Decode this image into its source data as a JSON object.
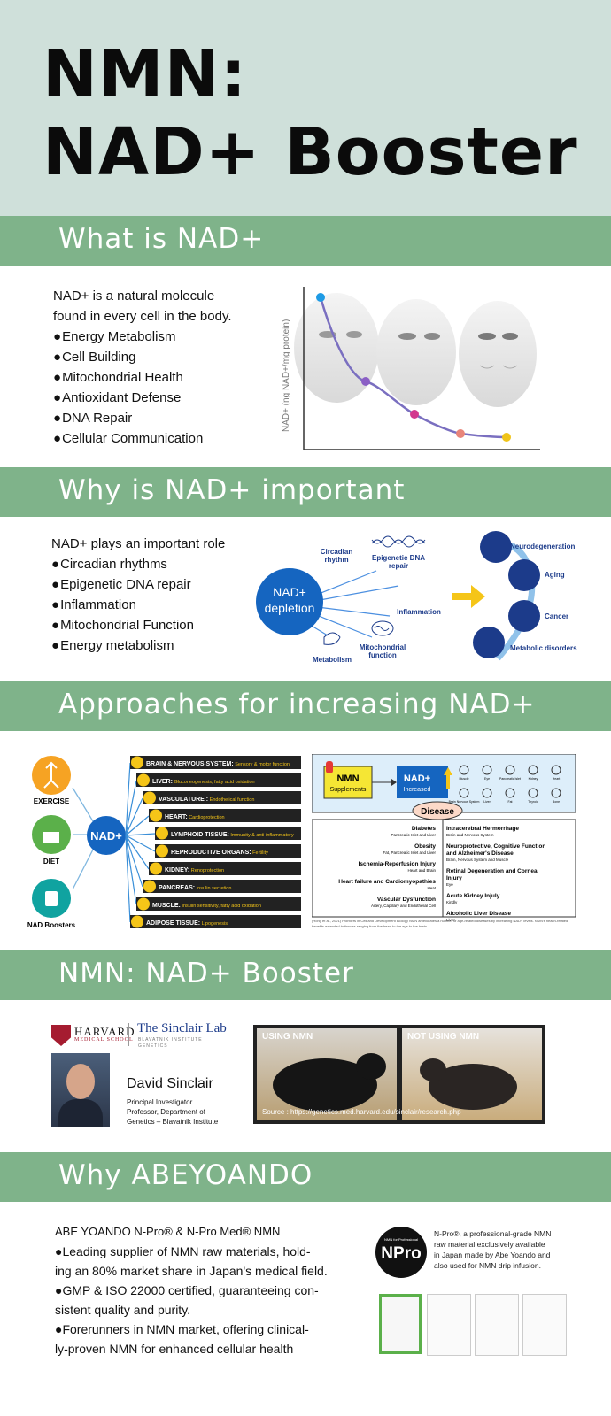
{
  "hero": {
    "line1": "NMN:",
    "line2": "NAD+ Booster"
  },
  "sec1": {
    "title": "What is NAD+",
    "intro1": "NAD+ is a natural molecule",
    "intro2": "found in every cell in the body.",
    "bullets": [
      "Energy Metabolism",
      "Cell Building",
      "Mitochondrial Health",
      "Antioxidant Defense",
      "DNA Repair",
      "Cellular Communication"
    ],
    "ylabel": "NAD+ (ng NAD+/mg protein)"
  },
  "sec2": {
    "title": "Why is NAD+ important",
    "intro": "NAD+ plays an important role",
    "bullets": [
      "Circadian rhythms",
      "Epigenetic DNA repair",
      "Inflammation",
      "Mitochondrial Function",
      "Energy metabolism"
    ],
    "center1": "NAD+",
    "center2": "depletion",
    "labels": {
      "circ1": "Circadian",
      "circ2": "rhythm",
      "epi1": "Epigenetic DNA",
      "epi2": "repair",
      "infl": "Inflammation",
      "mito1": "Mitochondrial",
      "mito2": "function",
      "meta": "Metabolism"
    },
    "outcomes": [
      "Neurodegeneration",
      "Aging",
      "Cancer",
      "Metabolic disorders"
    ]
  },
  "sec3": {
    "title": "Approaches for increasing NAD+",
    "sources": [
      "EXERCISE",
      "DIET",
      "NAD Boosters"
    ],
    "center": "NAD+",
    "organs": [
      {
        "name": "BRAIN & NERVOUS SYSTEM:",
        "fn": "Sensory & motor function"
      },
      {
        "name": "LIVER:",
        "fn": "Gluconeogenesis, fatty acid oxidation"
      },
      {
        "name": "VASCULATURE :",
        "fn": "Endothelical function"
      },
      {
        "name": "HEART:",
        "fn": "Cardioprotection"
      },
      {
        "name": "LYMPHOID TISSUE:",
        "fn": "Immunity & anti-inflammatory"
      },
      {
        "name": "REPRODUCTIVE ORGANS:",
        "fn": "Fertility"
      },
      {
        "name": "KIDNEY:",
        "fn": "Renoprotection"
      },
      {
        "name": "PANCREAS:",
        "fn": "Insulin secretion"
      },
      {
        "name": "MUSCLE:",
        "fn": "Insulin sensitivity, fatty acid oxidation"
      },
      {
        "name": "ADIPOSE TISSUE:",
        "fn": "Lipogenesis"
      }
    ],
    "nmn1": "NMN",
    "nmn2": "Supplements",
    "nadInc1": "NAD+",
    "nadInc2": "Increased",
    "disease": "Disease",
    "organIcons": [
      "Muscle",
      "Eye",
      "Pancreatic Islet",
      "Kidney",
      "Heart",
      "Brain Nervous System",
      "Liver",
      "Fat",
      "Thyroid",
      "Bone"
    ],
    "leftDiseases": [
      {
        "name": "Diabetes",
        "sub": "Pancreatic Islet and Liver"
      },
      {
        "name": "Obesity",
        "sub": "Fat, Pancreatic Islet and Liver"
      },
      {
        "name": "Ischemia-Reperfusion Injury",
        "sub": "Heart and Brain"
      },
      {
        "name": "Heart failure and Cardiomyopathies",
        "sub": "Heat"
      },
      {
        "name": "Vascular Dysfunction",
        "sub": "Artery, Capillary and Endothelial Cell"
      }
    ],
    "rightDiseases": [
      {
        "name": "Intracerebral Hermorrhage",
        "sub": "Brain and Nervous System"
      },
      {
        "name": "Neuroprotective, Cognitive Function and Alzheimer's Disease",
        "sub": "Brain, Nervous System and Muscle"
      },
      {
        "name": "Retinal Degeneration and Corneal Injury",
        "sub": "Eye"
      },
      {
        "name": "Acute Kidney Injuly",
        "sub": "Kindly"
      },
      {
        "name": "Alcoholic Liver Disease",
        "sub": "Liver"
      }
    ],
    "citation": "(Hong et al., 2021) Frontiers in Cell and Development Biology NMN ameliorates a number of age-related diseases by increasing NAD+ levels. NMN's health-related benefits extended to tissues ranging from the heart to the eye to the brain."
  },
  "sec4": {
    "title": "NMN: NAD+ Booster",
    "harvard1": "HARVARD",
    "harvard2": "MEDICAL SCHOOL",
    "lab1": "The Sinclair Lab",
    "lab2": "BLAVATNIK INSTITUTE",
    "lab3": "GENETICS",
    "person": "David Sinclair",
    "role1": "Principal Investigator",
    "role2": "Professor, Department of",
    "role3": "Genetics – Blavatnik Institute",
    "using": "USING NMN",
    "notUsing": "NOT USING NMN",
    "source": "Source : https://genetics.med.harvard.edu/sinclair/research.php"
  },
  "sec5": {
    "title": "Why ABEYOANDO",
    "heading": "ABE YOANDO N-Pro® & N-Pro Med® NMN",
    "lines": [
      "●Leading supplier of NMN raw materials, hold-",
      "ing an 80% market share in Japan's medical field.",
      "●GMP & ISO 22000 certified, guaranteeing con-",
      "sistent quality and purity.",
      "●Forerunners in NMN market, offering clinical-",
      "ly-proven NMN for enhanced cellular health"
    ],
    "logoSmall": "NMN for Professional",
    "logoBig": "NPro",
    "desc": [
      "N-Pro®, a professional-grade NMN",
      "raw material exclusively available",
      "in Japan made by Abe Yoando and",
      "also used for NMN drip infusion."
    ]
  },
  "colors": {
    "hero": "#cfe0da",
    "band": "#7fb38a",
    "navy": "#1c3b8a",
    "blue": "#1565c0",
    "yellow": "#f5c518",
    "teal": "#10a3a0",
    "green": "#5bb04a",
    "orange": "#f6a323"
  }
}
